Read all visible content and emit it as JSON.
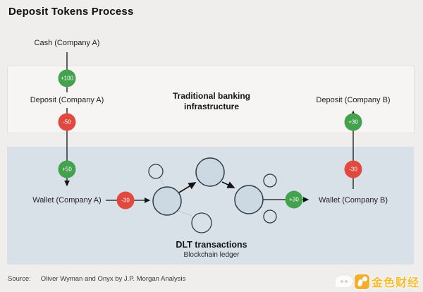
{
  "title": "Deposit Tokens Process",
  "nodes": {
    "cash_a": "Cash (Company A)",
    "deposit_a": "Deposit (Company A)",
    "wallet_a": "Wallet (Company A)",
    "deposit_b": "Deposit (Company B)",
    "wallet_b": "Wallet (Company B)"
  },
  "badges": {
    "cash_to_deposit_a": "+100",
    "deposit_a_debit": "-50",
    "wallet_a_credit": "+50",
    "wallet_a_debit": "-30",
    "wallet_b_credit": "+30",
    "wallet_b_debit": "-30",
    "deposit_b_credit": "+30"
  },
  "sections": {
    "traditional_line1": "Traditional banking",
    "traditional_line2": "infrastructure",
    "dlt_title": "DLT transactions",
    "dlt_subtitle": "Blockchain ledger"
  },
  "source": {
    "label": "Source:",
    "text": "Oliver Wyman and Onyx by J.P. Morgan Analysis"
  },
  "watermark": {
    "text": "金色财经"
  },
  "colors": {
    "positive_badge": "#44a24e",
    "negative_badge": "#e2493e",
    "dlt_band": "#d8e1e8",
    "banking_band": "#f6f5f4",
    "node_fill": "#ccd8e2",
    "node_stroke": "#2d3b48",
    "page_background": "#f0eeec"
  }
}
